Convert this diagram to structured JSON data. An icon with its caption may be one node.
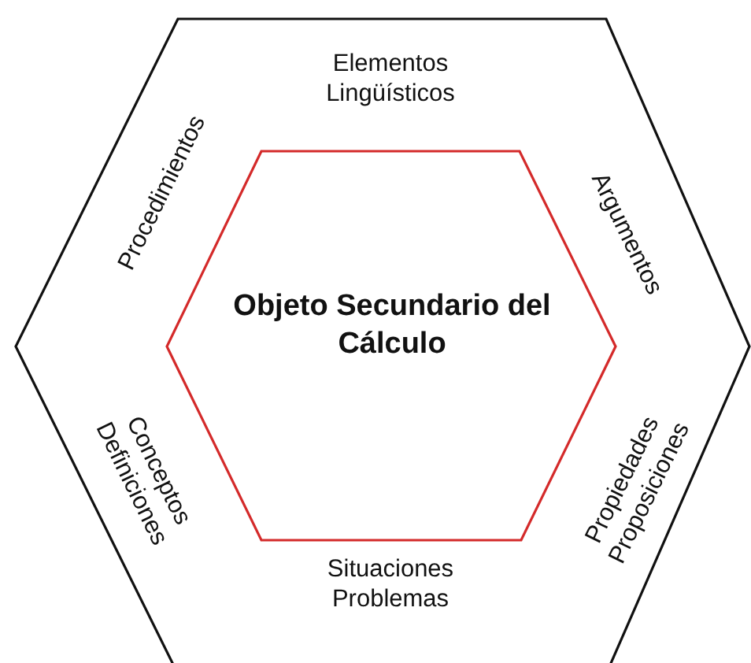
{
  "diagram": {
    "nodes": [
      {
        "text": [
          "Elementos Lingüísticos",
          "Procedimientos",
          "Argumentos",
          "Conceptos Definiciones",
          "Propiedades Proposiciones",
          "Situaciones Problemas"
        ]
      },
      {
        "text": [
          "Objeto Secundario del Cálculo"
        ],
        "in": 0
      }
    ]
  }
}
